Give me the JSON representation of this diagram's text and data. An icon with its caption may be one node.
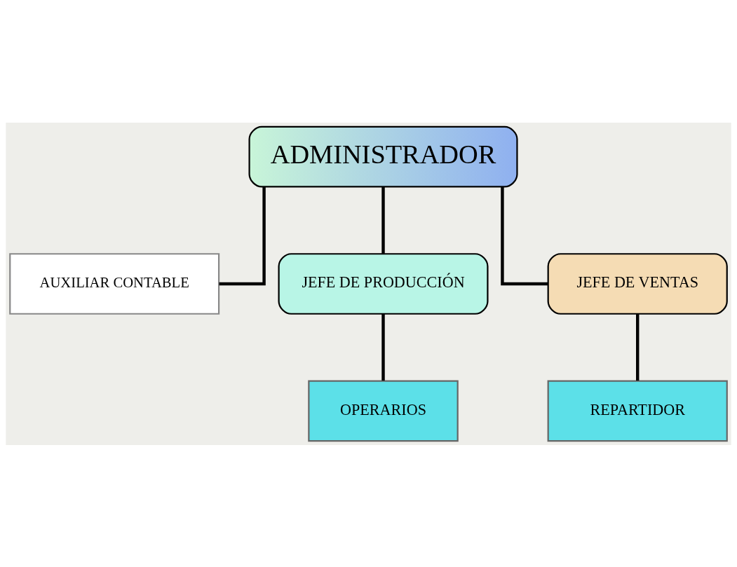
{
  "diagram": {
    "nodes": [
      {
        "text": [
          "ADMINISTRADOR"
        ]
      },
      {
        "text": [
          "AUXILIAR CONTABLE"
        ]
      },
      {
        "text": [
          "JEFE DE PRODUCCIÓN"
        ]
      },
      {
        "text": [
          "JEFE DE VENTAS"
        ]
      },
      {
        "text": [
          "OPERARIOS"
        ]
      },
      {
        "text": [
          "REPARTIDOR"
        ]
      }
    ],
    "edges": [
      {
        "from": 0,
        "to": 1,
        "arrow": "none"
      },
      {
        "from": 0,
        "to": 2,
        "arrow": "none"
      },
      {
        "from": 0,
        "to": 3,
        "arrow": "none"
      },
      {
        "from": 2,
        "to": 4,
        "arrow": "none"
      },
      {
        "from": 3,
        "to": 5,
        "arrow": "none"
      }
    ]
  }
}
